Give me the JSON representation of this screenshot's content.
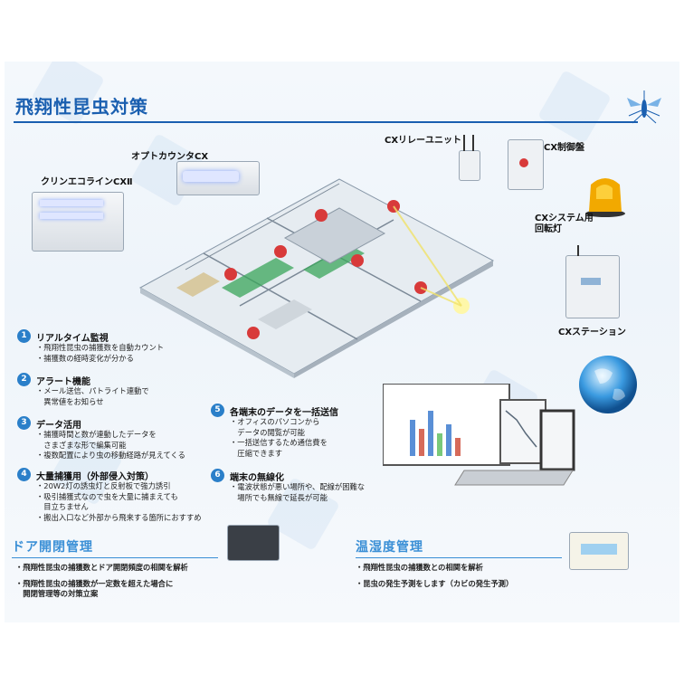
{
  "title": "飛翔性昆虫対策",
  "devices": {
    "clean_eco_line": "クリンエコラインCXⅡ",
    "optical_counter": "オプトカウンタCX",
    "relay_unit": "CXリレーユニット",
    "control_panel": "CX制御盤",
    "rotating_light_line1": "CXシステム用",
    "rotating_light_line2": "回転灯",
    "station": "CXステーション"
  },
  "features": [
    {
      "num": "1",
      "title": "リアルタイム監視",
      "lines": [
        "・飛翔性昆虫の捕獲数を自動カウント",
        "・捕獲数の経時変化が分かる"
      ]
    },
    {
      "num": "2",
      "title": "アラート機能",
      "lines": [
        "・メール送信、パトライト連動で",
        "　異常値をお知らせ"
      ]
    },
    {
      "num": "3",
      "title": "データ活用",
      "lines": [
        "・捕獲時間と数が連動したデータを",
        "　さまざまな形で編集可能",
        "・複数配置により虫の移動経路が見えてくる"
      ]
    },
    {
      "num": "4",
      "title": "大量捕獲用（外部侵入対策）",
      "lines": [
        "・20W2灯の誘虫灯と反射板で強力誘引",
        "・吸引捕獲式なので虫を大量に捕まえても",
        "　目立ちません",
        "・搬出入口など外部から飛来する箇所におすすめ"
      ]
    },
    {
      "num": "5",
      "title": "各端末のデータを一括送信",
      "lines": [
        "・オフィスのパソコンから",
        "　データの閲覧が可能",
        "・一括送信するため通信費を",
        "　圧縮できます"
      ]
    },
    {
      "num": "6",
      "title": "端末の無線化",
      "lines": [
        "・電波状態が悪い場所や、配線が困難な",
        "　場所でも無線で延長が可能"
      ]
    }
  ],
  "sections": {
    "door": {
      "title": "ドア開閉管理",
      "bullets": [
        "・飛翔性昆虫の捕獲数とドア開閉頻度の相関を解析",
        "・飛翔性昆虫の捕獲数が一定数を超えた場合に",
        "　開閉管理等の対策立案"
      ]
    },
    "temp": {
      "title": "温湿度管理",
      "bullets": [
        "・飛翔性昆虫の捕獲数との相関を解析",
        "・昆虫の発生予測をします（カビの発生予測）"
      ]
    }
  },
  "colors": {
    "title_blue": "#1a5fb0",
    "accent_blue": "#2a7fc9",
    "section_blue": "#3a8fd6",
    "alert_red": "#d83a3a",
    "wall_green": "#3aa55a"
  }
}
